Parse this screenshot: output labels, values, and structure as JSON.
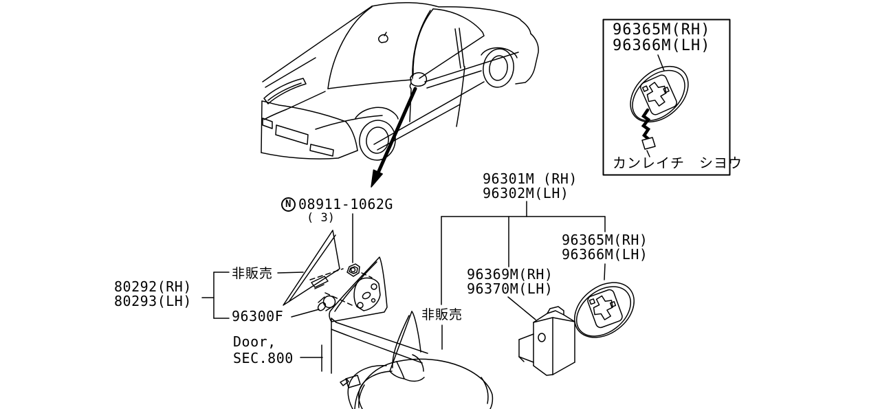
{
  "page": {
    "background": "#ffffff",
    "line_color": "#000000"
  },
  "figure": {
    "inset_box": {
      "part_line1": "96365M(RH)",
      "part_line2": "96366M(LH)",
      "caption": "カンレイチ　シヨウ"
    },
    "callouts": {
      "nut": {
        "symbol": "N",
        "number": "08911-1062G",
        "qty": "( 3)"
      },
      "mirror_assy": {
        "line1": "96301M (RH)",
        "line2": "96302M(LH)"
      },
      "glass": {
        "line1": "96365M(RH)",
        "line2": "96366M(LH)"
      },
      "actuator": {
        "line1": "96369M(RH)",
        "line2": "96370M(LH)"
      },
      "corner_finisher": {
        "line1": "80292(RH)",
        "line2": "80293(LH)"
      },
      "grommet": "96300F",
      "door_ref": {
        "line1": "Door,",
        "line2": "SEC.800"
      },
      "not_for_sale_finisher": "非販売",
      "not_for_sale_mirror": "非販売"
    }
  }
}
